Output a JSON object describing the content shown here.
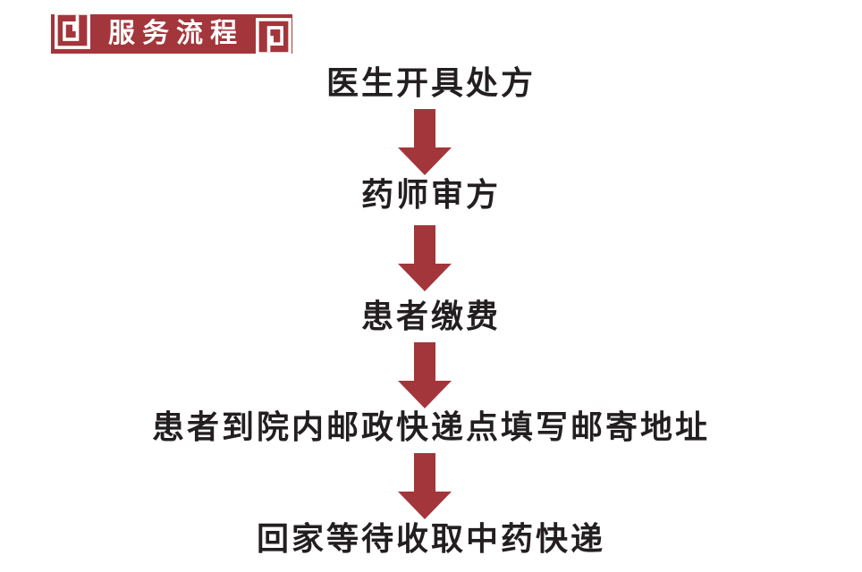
{
  "page": {
    "background_color": "#ffffff",
    "accent_red": "#A3363B",
    "text_color": "#231F20",
    "title_text_color": "#ffffff"
  },
  "header": {
    "title": "服务流程",
    "left_icon": "fret-spiral-icon",
    "right_icon": "fret-spiral-icon"
  },
  "flow": {
    "connector": "down-arrow",
    "steps": [
      {
        "label": "医生开具处方"
      },
      {
        "label": "药师审方"
      },
      {
        "label": "患者缴费"
      },
      {
        "label": "患者到院内邮政快递点填写邮寄地址"
      },
      {
        "label": "回家等待收取中药快递"
      }
    ]
  }
}
